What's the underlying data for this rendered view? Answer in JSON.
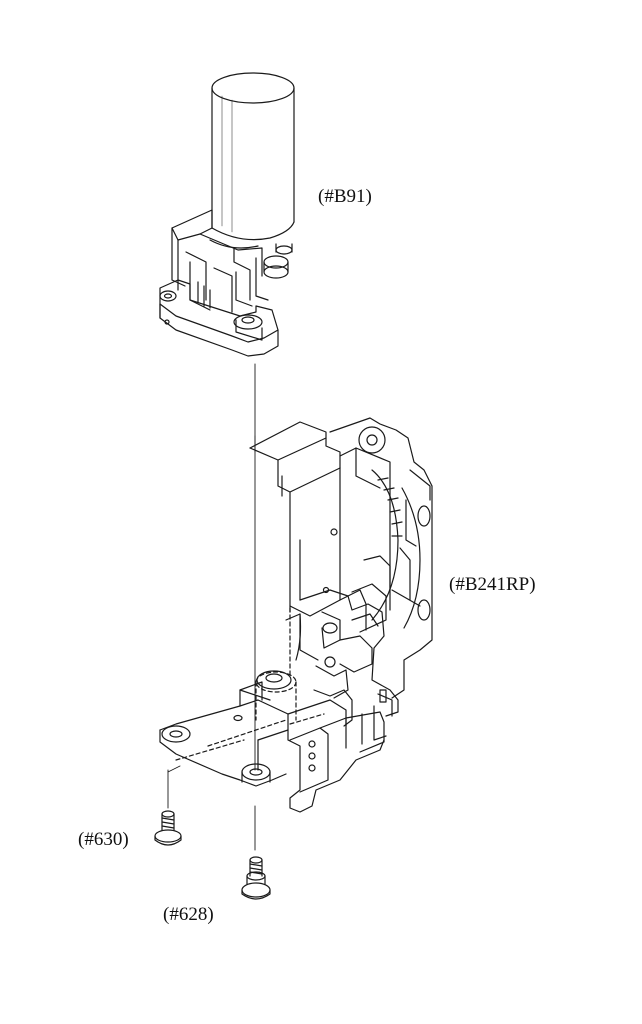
{
  "callouts": {
    "motor_unit": "(#B91)",
    "mirror_box_unit": "(#B241RP)",
    "screw_630": "(#630)",
    "screw_628": "(#628)"
  },
  "colors": {
    "line": "#1a1a1a",
    "background": "#ffffff"
  }
}
